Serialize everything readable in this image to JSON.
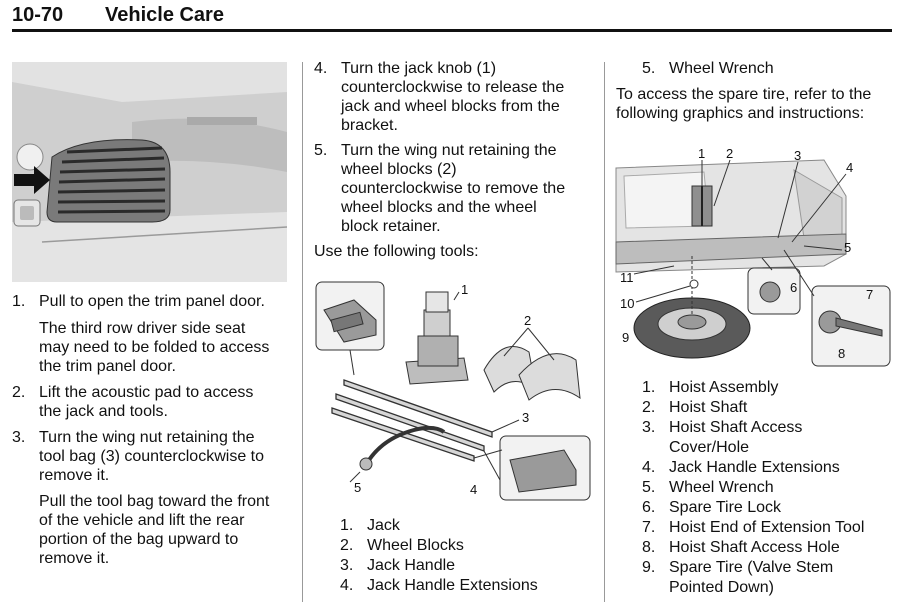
{
  "header": {
    "page_number": "10-70",
    "section_title": "Vehicle Care"
  },
  "col1": {
    "steps": [
      {
        "num": "1.",
        "lines": [
          "Pull to open the trim panel door."
        ]
      },
      {
        "num": "",
        "lines": [
          "The third row driver side seat",
          "may need to be folded to access",
          "the trim panel door."
        ]
      },
      {
        "num": "2.",
        "lines": [
          "Lift the acoustic pad to access",
          "the jack and tools."
        ]
      },
      {
        "num": "3.",
        "lines": [
          "Turn the wing nut retaining the",
          "tool bag (3) counterclockwise to",
          "remove it."
        ]
      },
      {
        "num": "",
        "lines": [
          "Pull the tool bag toward the front",
          "of the vehicle and lift the rear",
          "portion of the bag upward to",
          "remove it."
        ]
      }
    ]
  },
  "col2": {
    "steps": [
      {
        "num": "4.",
        "lines": [
          "Turn the jack knob (1)",
          "counterclockwise to release the",
          "jack and wheel blocks from the",
          "bracket."
        ]
      },
      {
        "num": "5.",
        "lines": [
          "Turn the wing nut retaining the",
          "wheel blocks (2)",
          "counterclockwise to remove the",
          "wheel blocks and the wheel",
          "block retainer."
        ]
      }
    ],
    "tools_intro": "Use the following tools:",
    "figure_callouts": [
      "1",
      "2",
      "3",
      "4",
      "5"
    ],
    "legend": [
      {
        "num": "1.",
        "label": "Jack"
      },
      {
        "num": "2.",
        "label": "Wheel Blocks"
      },
      {
        "num": "3.",
        "label": "Jack Handle"
      },
      {
        "num": "4.",
        "label": "Jack Handle Extensions"
      }
    ]
  },
  "col3": {
    "continued_item": {
      "num": "5.",
      "label": "Wheel Wrench"
    },
    "intro_lines": [
      "To access the spare tire, refer to the",
      "following graphics and instructions:"
    ],
    "figure_callouts": [
      "1",
      "2",
      "3",
      "4",
      "5",
      "6",
      "7",
      "8",
      "9",
      "10",
      "11"
    ],
    "legend": [
      {
        "num": "1.",
        "lines": [
          "Hoist Assembly"
        ]
      },
      {
        "num": "2.",
        "lines": [
          "Hoist Shaft"
        ]
      },
      {
        "num": "3.",
        "lines": [
          "Hoist Shaft Access",
          "Cover/Hole"
        ]
      },
      {
        "num": "4.",
        "lines": [
          "Jack Handle Extensions"
        ]
      },
      {
        "num": "5.",
        "lines": [
          "Wheel Wrench"
        ]
      },
      {
        "num": "6.",
        "lines": [
          "Spare Tire Lock"
        ]
      },
      {
        "num": "7.",
        "lines": [
          "Hoist End of Extension Tool"
        ]
      },
      {
        "num": "8.",
        "lines": [
          "Hoist Shaft Access Hole"
        ]
      },
      {
        "num": "9.",
        "lines": [
          "Spare Tire (Valve Stem",
          "Pointed Down)"
        ]
      }
    ]
  }
}
